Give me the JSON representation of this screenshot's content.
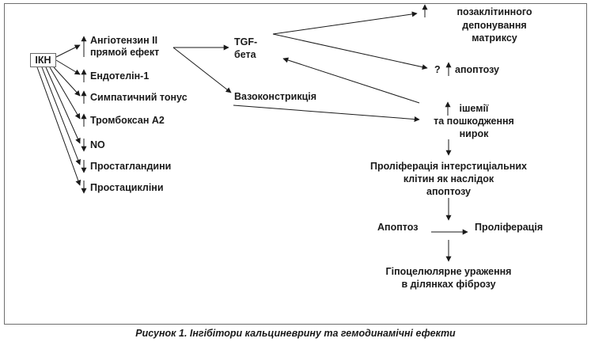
{
  "diagram": {
    "ikn": "ІКН",
    "effects": {
      "angiotensin_line1": "Ангіотензин ІІ",
      "angiotensin_line2": "прямой ефект",
      "endothelin": "Ендотелін-1",
      "sympathetic": "Симпатичний тонус",
      "thromboxane": "Тромбоксан А2",
      "no": "NO",
      "prostaglandins": "Простагландини",
      "prostacyclins": "Простацикліни"
    },
    "tgf_line1": "TGF-",
    "tgf_line2": "бета",
    "vasoconstriction": "Вазоконстрикція",
    "matrix": {
      "line1": "позаклітинного",
      "line2": "депонування",
      "line3": "матриксу"
    },
    "apoptosis_q": "?",
    "apoptosis": "апоптозу",
    "ischemia": {
      "line1": "ішемії",
      "line2": "та пошкодження",
      "line3": "нирок"
    },
    "proliferation_interstitial": {
      "line1": "Проліферація інтерстиціальних",
      "line2": "клітин як наслідок",
      "line3": "апоптозу"
    },
    "apoptosis_node": "Апоптоз",
    "proliferation_node": "Проліферація",
    "hypocellular": {
      "line1": "Гіпоцелюлярне ураження",
      "line2": "в ділянках фіброзу"
    }
  },
  "caption": "Рисунок 1. Інгібітори кальциневрину та гемодинамічні ефекти",
  "colors": {
    "ink": "#1a1a1a",
    "frame": "#6e6e6e"
  }
}
